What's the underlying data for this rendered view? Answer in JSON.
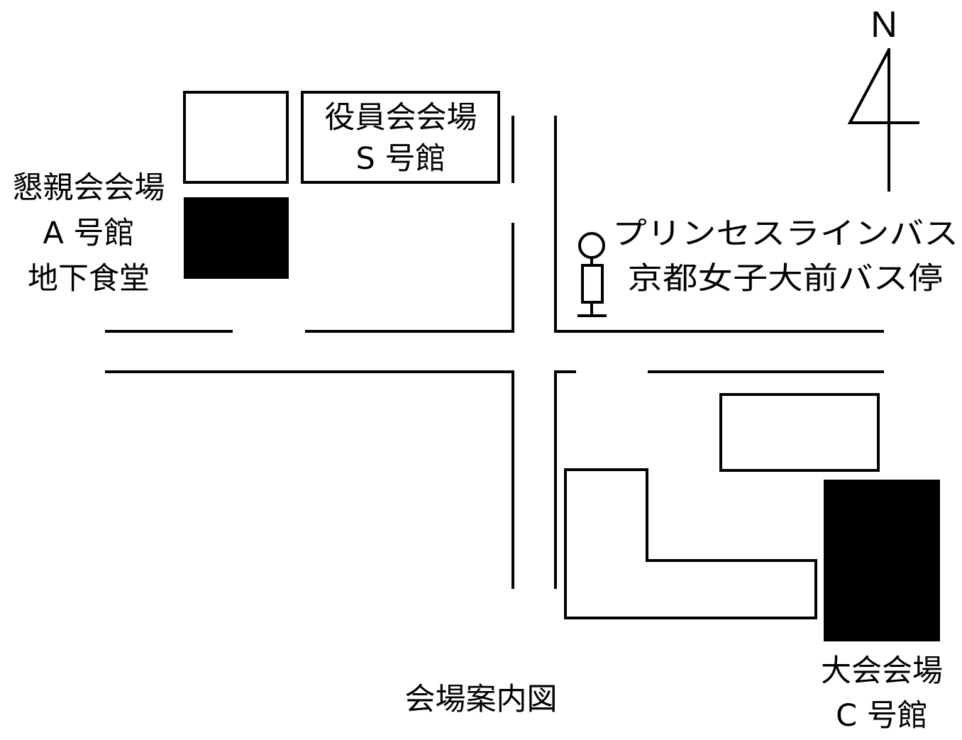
{
  "map": {
    "title": "会場案内図",
    "north_label": "N",
    "buildings": {
      "a_go_kan": {
        "line1": "懇親会会場",
        "line2": "A 号館",
        "line3": "地下食堂"
      },
      "s_go_kan": {
        "line1": "役員会会場",
        "line2": "S 号館"
      },
      "c_go_kan": {
        "line1": "大会会場",
        "line2": "C 号館"
      }
    },
    "bus_stop": {
      "line1": "プリンセスラインバス",
      "line2": "京都女子大前バス停"
    }
  }
}
